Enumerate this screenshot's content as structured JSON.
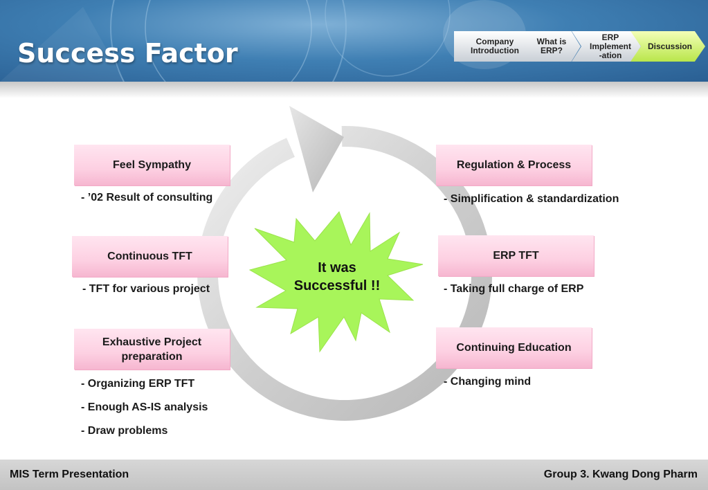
{
  "header": {
    "title": "Success Factor"
  },
  "nav": {
    "steps": [
      {
        "line1": "Company",
        "line2": "Introduction"
      },
      {
        "line1": "What is",
        "line2": "ERP?"
      },
      {
        "line1": "ERP",
        "line2": "Implement",
        "line3": "-ation"
      },
      {
        "line1": "Discussion"
      }
    ],
    "active_step": 3
  },
  "factors": {
    "left": [
      {
        "label": "Feel Sympathy",
        "notes": [
          "- ’02 Result of consulting"
        ]
      },
      {
        "label": "Continuous TFT",
        "notes": [
          "- TFT for various project"
        ]
      },
      {
        "label_line1": "Exhaustive Project",
        "label_line2": "preparation",
        "notes": [
          "- Organizing ERP TFT",
          "- Enough AS-IS analysis",
          "- Draw problems"
        ]
      }
    ],
    "right": [
      {
        "label": "Regulation & Process",
        "notes": [
          "- Simplification & standardization"
        ]
      },
      {
        "label": "ERP TFT",
        "notes": [
          "- Taking full charge of ERP"
        ]
      },
      {
        "label": "Continuing Education",
        "notes": [
          "- Changing mind"
        ]
      }
    ]
  },
  "center": {
    "line1": "It was",
    "line2": "Successful !!"
  },
  "footer": {
    "left": "MIS Term Presentation",
    "right": "Group 3.  Kwang Dong Pharm"
  },
  "colors": {
    "header_blue": "#2f6ea4",
    "box_pink": "#fdd0e2",
    "burst_green": "#a8f55a",
    "nav_active": "#c8ef5e",
    "footer_gray": "#cccccc"
  }
}
